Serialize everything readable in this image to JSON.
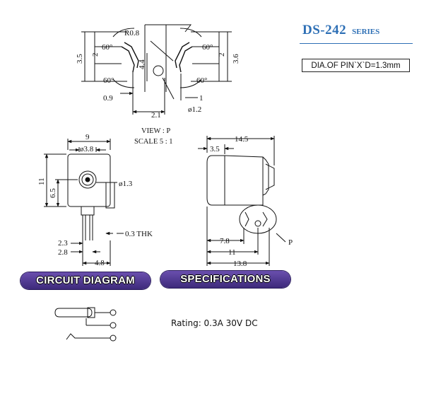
{
  "title": {
    "model": "DS-242",
    "series": "SERIES"
  },
  "pin_note": "DIA.OF PIN`X`D=1.3mm",
  "top_view": {
    "r": "R0.8",
    "a60": "60°",
    "d35": "3.5",
    "d2": "2",
    "d44": "4.4",
    "d36": "3.6",
    "d09": "0.9",
    "d1": "1",
    "d21": "2.1",
    "phi12": "ø1.2"
  },
  "view_label": {
    "line1": "VIEW : P",
    "line2": "SCALE 5 : 1"
  },
  "front_view": {
    "w9": "9",
    "phi38": "ø3.8",
    "h11": "11",
    "h65": "6.5",
    "phi13": "ø1.3",
    "thk": "0.3 THK",
    "d23": "2.3",
    "d28": "2.8",
    "d48": "4.8"
  },
  "side_view": {
    "w145": "14.5",
    "d35": "3.5",
    "d78": "7.8",
    "d11": "11",
    "d138": "13.8",
    "p": "P"
  },
  "sections": {
    "circuit": "CIRCUIT DIAGRAM",
    "specs": "SPECIFICATIONS"
  },
  "rating": "Rating: 0.3A 30V DC"
}
